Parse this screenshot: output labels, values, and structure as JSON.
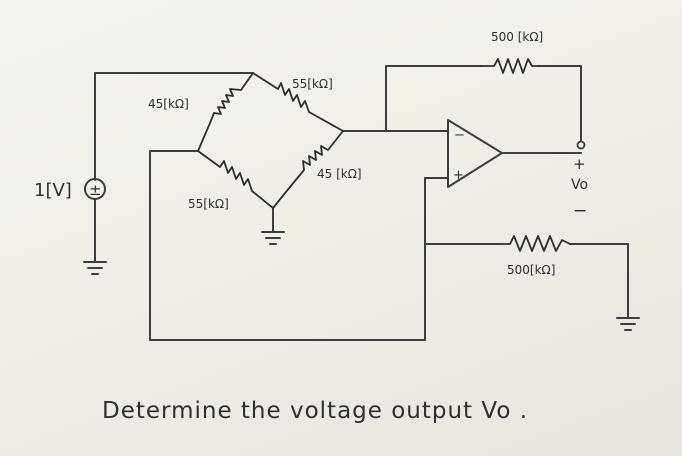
{
  "circuit": {
    "source_label": "1[V]",
    "source_sign": "±",
    "bridge": {
      "top_left_label": "45[kΩ]",
      "top_right_label": "55[kΩ]",
      "bottom_left_label": "55[kΩ]",
      "bottom_right_label": "45 [kΩ]"
    },
    "feedback_label": "500 [kΩ]",
    "ground_res_label": "500[kΩ]",
    "opamp": {
      "inverting": "−",
      "noninverting": "+"
    },
    "output": {
      "plus": "+",
      "name": "Vo",
      "minus": "−"
    }
  },
  "question": "Determine the voltage output Vo ."
}
